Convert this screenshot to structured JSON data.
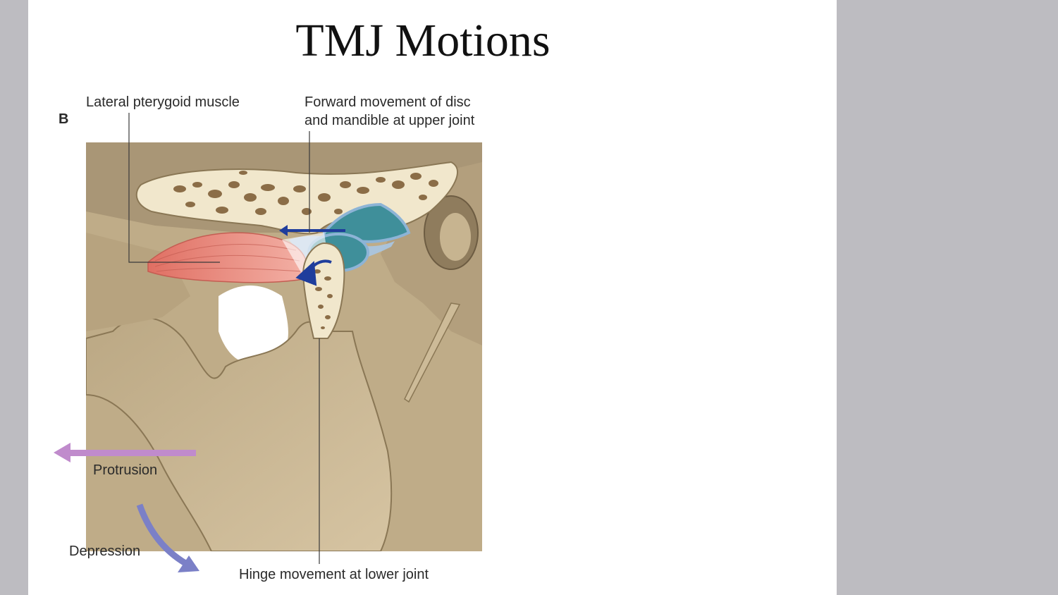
{
  "slide": {
    "title": "TMJ Motions"
  },
  "figure": {
    "panel_letter": "B",
    "labels": {
      "lateral_pterygoid": "Lateral pterygoid muscle",
      "forward_line1": "Forward movement of disc",
      "forward_line2": "and mandible at upper joint",
      "protrusion": "Protrusion",
      "depression": "Depression",
      "hinge": "Hinge movement at lower joint"
    }
  },
  "colors": {
    "bone": "#c9b594",
    "bone_dark": "#a8936f",
    "marrow": "#f1e7cc",
    "muscle": "#e8867a",
    "disc": "#3f8f9a",
    "arrow_blue": "#1f3d9c",
    "protrusion_arrow": "#c08bcc",
    "depression_arrow": "#7b80c7"
  }
}
